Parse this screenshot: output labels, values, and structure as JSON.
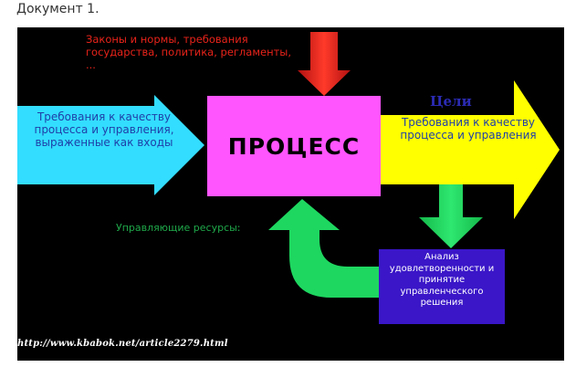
{
  "caption": "Документ 1.",
  "diagram": {
    "laws_text": "Законы и нормы, требования государства, политика, регламенты, ...",
    "process_label": "ПРОЦЕСС",
    "input_requirements": "Требования к качеству процесса и управления, выраженные как входы",
    "goals_label": "Цели",
    "output_requirements": "Требования к качеству процесса и управления",
    "resources_label": "Управляющие ресурсы:",
    "decision_label": "Анализ удовлетворенности и принятие управленческого решения",
    "source_url": "http://www.kbabok.net/article2279.html"
  },
  "colors": {
    "background": "#000000",
    "process_box": "#ff55ff",
    "input_arrow": "#33ddff",
    "output_arrow": "#ffff00",
    "top_arrow": "#e8231a",
    "feedback_arrow": "#1ed760",
    "decision_box": "#3a16c8"
  }
}
